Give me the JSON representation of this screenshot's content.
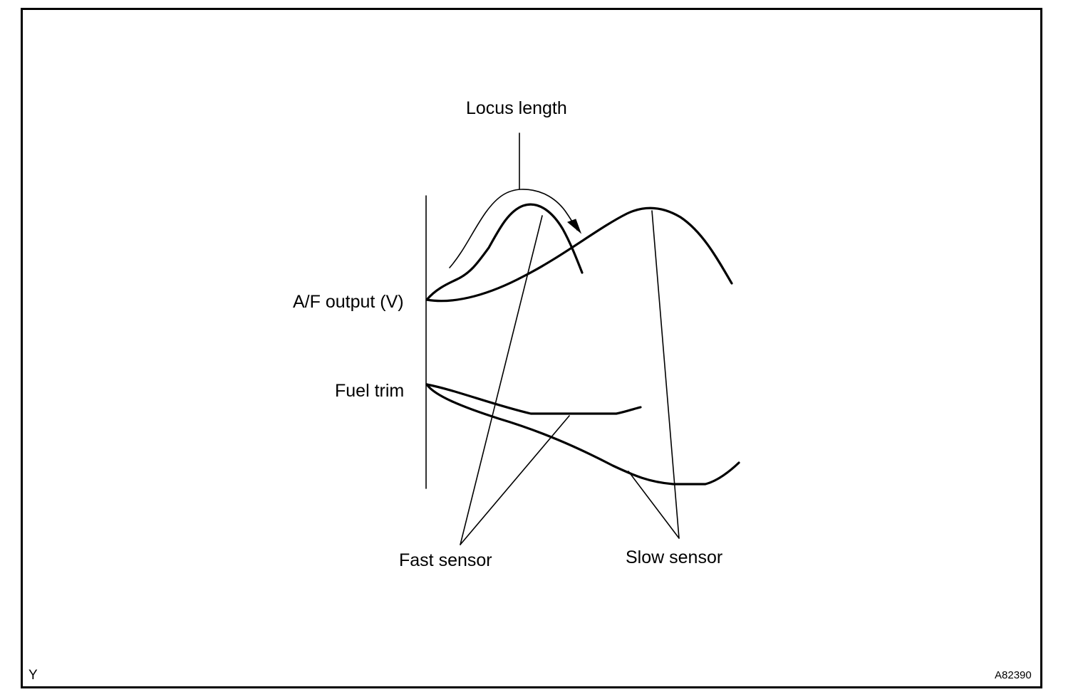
{
  "labels": {
    "locus_length": "Locus length",
    "af_output": "A/F output (V)",
    "fuel_trim": "Fuel trim",
    "fast_sensor": "Fast sensor",
    "slow_sensor": "Slow sensor"
  },
  "corner_codes": {
    "bottom_left": "Y",
    "bottom_right": "A82390"
  },
  "colors": {
    "line": "#000000",
    "background": "#ffffff"
  }
}
